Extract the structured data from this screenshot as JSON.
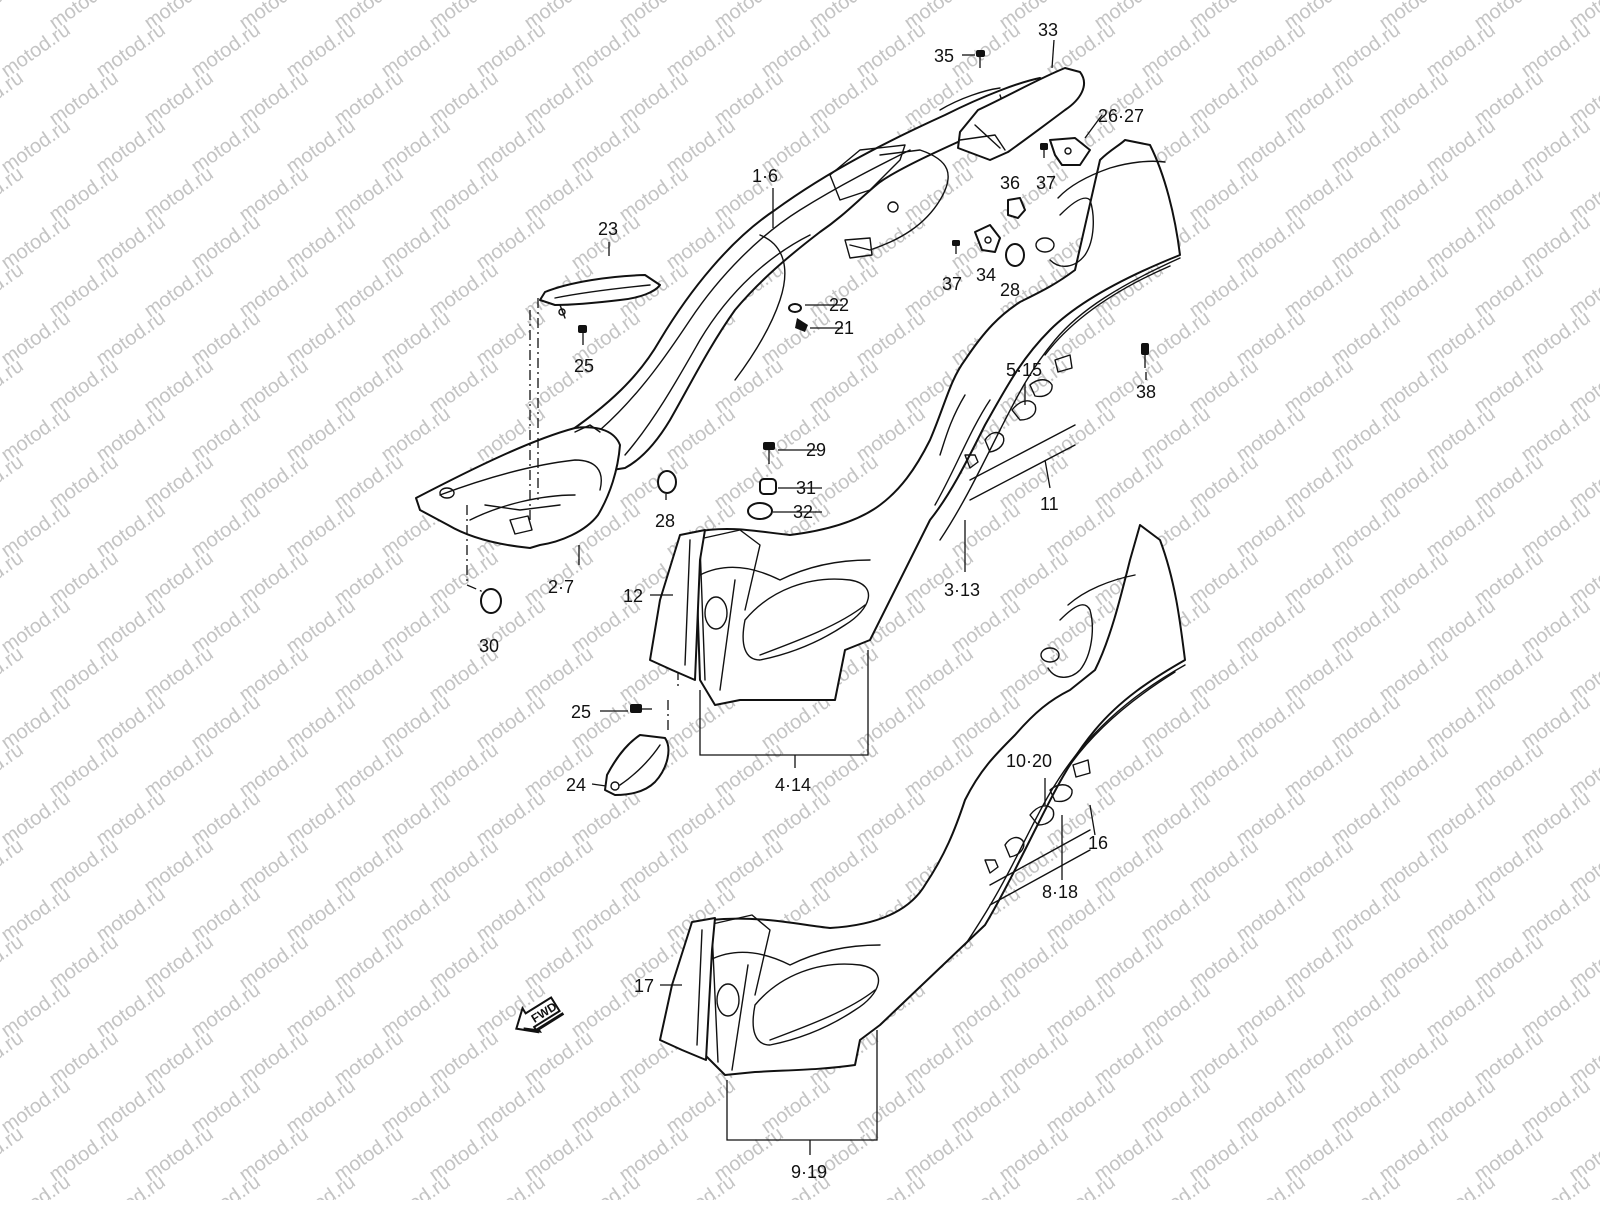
{
  "watermark": "motod.ru",
  "fwd_label": "FWD",
  "labels": {
    "l1_6": "1·6",
    "l2_7": "2·7",
    "l3_13": "3·13",
    "l4_14": "4·14",
    "l5_15": "5·15",
    "l8_18": "8·18",
    "l9_19": "9·19",
    "l10_20": "10·20",
    "l11": "11",
    "l12": "12",
    "l16": "16",
    "l17": "17",
    "l21": "21",
    "l22": "22",
    "l23": "23",
    "l24": "24",
    "l25a": "25",
    "l25b": "25",
    "l26_27": "26·27",
    "l28a": "28",
    "l28b": "28",
    "l29": "29",
    "l30": "30",
    "l31": "31",
    "l32": "32",
    "l33": "33",
    "l34": "34",
    "l35": "35",
    "l36": "36",
    "l37a": "37",
    "l37b": "37",
    "l38": "38"
  }
}
